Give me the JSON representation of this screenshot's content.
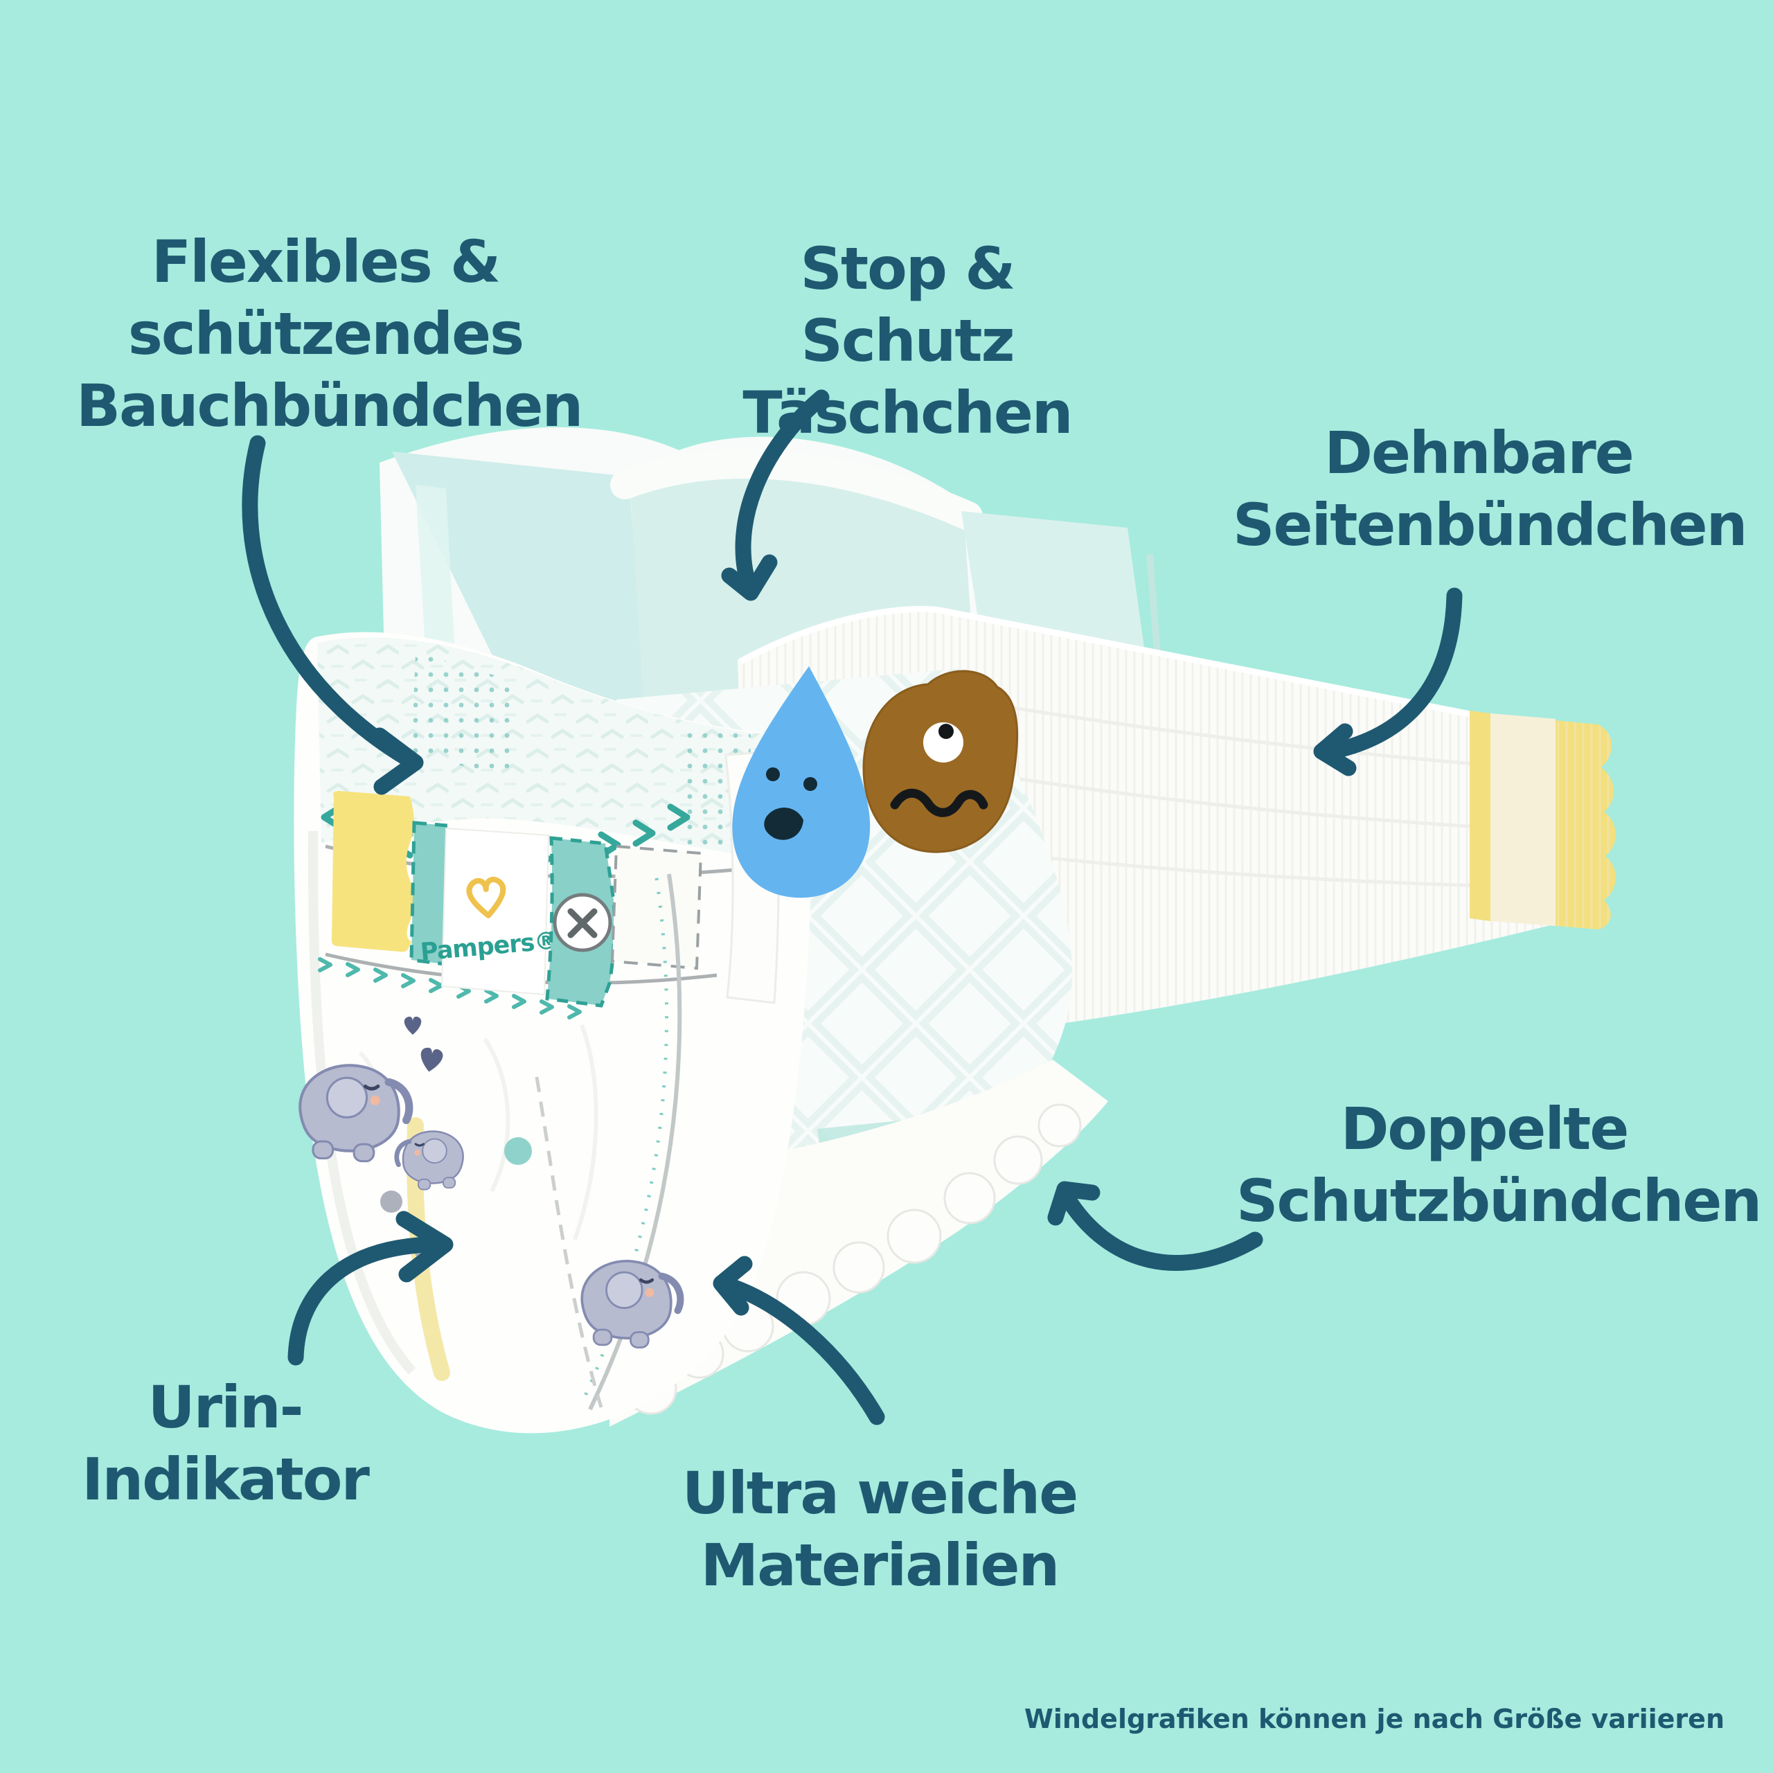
{
  "page": {
    "background_color": "#A6EBDE",
    "text_color": "#1E5971",
    "footnote": "Windelgrafiken können je nach Größe variieren"
  },
  "labels": {
    "flexibles": {
      "line1": "Flexibles &",
      "line2": "schützendes",
      "line3": "Bauchbündchen"
    },
    "stop_schutz": {
      "line1": "Stop & Schutz",
      "line2": "Täschchen"
    },
    "dehnbare": {
      "line1": "Dehnbare",
      "line2": "Seitenbündchen"
    },
    "doppelte": {
      "line1": "Doppelte",
      "line2": "Schutzbündchen"
    },
    "urin": {
      "line1": "Urin-Indikator"
    },
    "ultra": {
      "line1": "Ultra weiche",
      "line2": "Materialien"
    }
  },
  "diaper": {
    "brand": "Pampers®",
    "colors": {
      "accent_teal": "#2AA092",
      "chevron_teal": "#35A79B",
      "patch_teal": "#89D0C8",
      "tape_yellow": "#F7E37E",
      "tab_cream": "#F7F0D8",
      "lining_mint": "#D6EFEA",
      "drop_blue": "#64B4F0",
      "poop_brown": "#9A6A24",
      "elephant_gray": "#B6BBD0",
      "arrow_navy": "#1E5971"
    }
  }
}
